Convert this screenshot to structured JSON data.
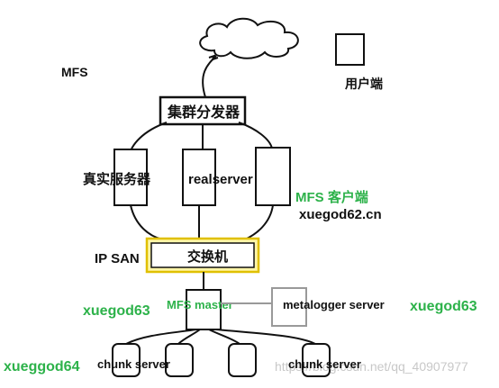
{
  "labels": {
    "mfs": "MFS",
    "user": "用户端",
    "cluster_distributor": "集群分发器",
    "real_servers": "真实服务器",
    "realserver": "realserver",
    "mfs_client": "MFS 客户端",
    "host_62": "xuegod62.cn",
    "ip_san": "IP SAN",
    "switch": "交换机",
    "host_63_left": "xuegod63",
    "mfs_master": "MFS master",
    "metalogger": "metalogger server",
    "host_63_right": "xuegod63",
    "host_64": "xueggod64",
    "chunk_server_1": "chunk server",
    "chunk_server_2": "chunk server"
  },
  "watermark": "https://blog.csdn.net/qq_40907977",
  "colors": {
    "ink": "#111111",
    "green_label": "#2db24a",
    "gray_box": "#999999",
    "switch_highlight": "#fff6a8",
    "switch_border": "#e0c000"
  }
}
